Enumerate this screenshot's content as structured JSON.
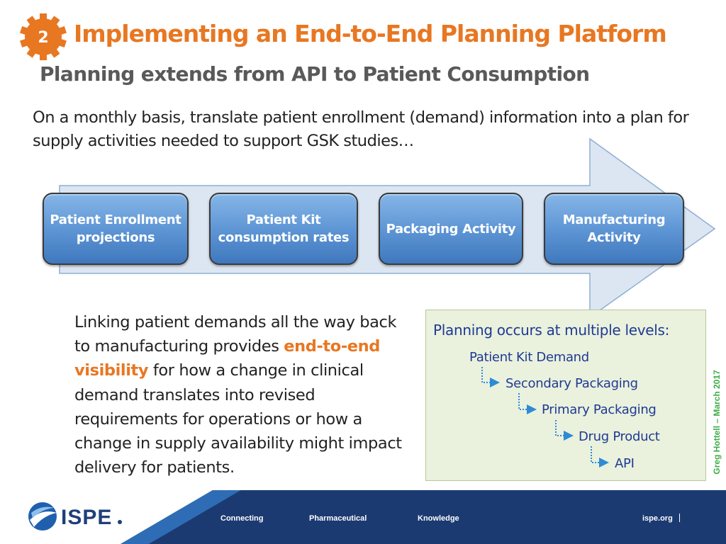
{
  "header": {
    "badge_number": "2",
    "title": "Implementing an End-to-End Planning Platform",
    "subtitle": "Planning extends from API to Patient Consumption"
  },
  "intro_text": "On a monthly basis, translate patient enrollment (demand) information into a plan for supply activities needed to support GSK studies…",
  "process_steps": [
    {
      "label": "Patient Enrollment projections"
    },
    {
      "label": "Patient Kit consumption rates"
    },
    {
      "label": "Packaging Activity"
    },
    {
      "label": "Manufacturing Activity"
    }
  ],
  "linking": {
    "before": "Linking patient demands all the way back to manufacturing provides ",
    "highlight": "end-to-end visibility",
    "after": " for how a change in clinical demand translates into revised requirements for operations or how a change in supply availability might impact delivery for patients."
  },
  "levels": {
    "title": "Planning occurs at multiple levels:",
    "items": [
      "Patient Kit Demand",
      "Secondary Packaging",
      "Primary Packaging",
      "Drug Product",
      "API"
    ]
  },
  "credit": "Greg Hottell – March 2017",
  "footer": {
    "logo_text": "ISPE",
    "tagline": [
      "Connecting",
      "Pharmaceutical",
      "Knowledge"
    ],
    "site": "ispe.org"
  },
  "colors": {
    "accent_orange": "#e87722",
    "step_blue": "#5b93d3",
    "arrow_fill": "#dce6f2",
    "levels_bg": "#eaf1dd",
    "levels_text": "#1f3a93",
    "credit_green": "#3fae49",
    "footer_navy": "#1c2f5e",
    "footer_blue": "#2e6db5"
  },
  "icons": {
    "badge": "orange-gear-icon",
    "connector": "dotted-elbow-arrow-icon",
    "logo_mark": "ispe-swoosh-icon"
  }
}
